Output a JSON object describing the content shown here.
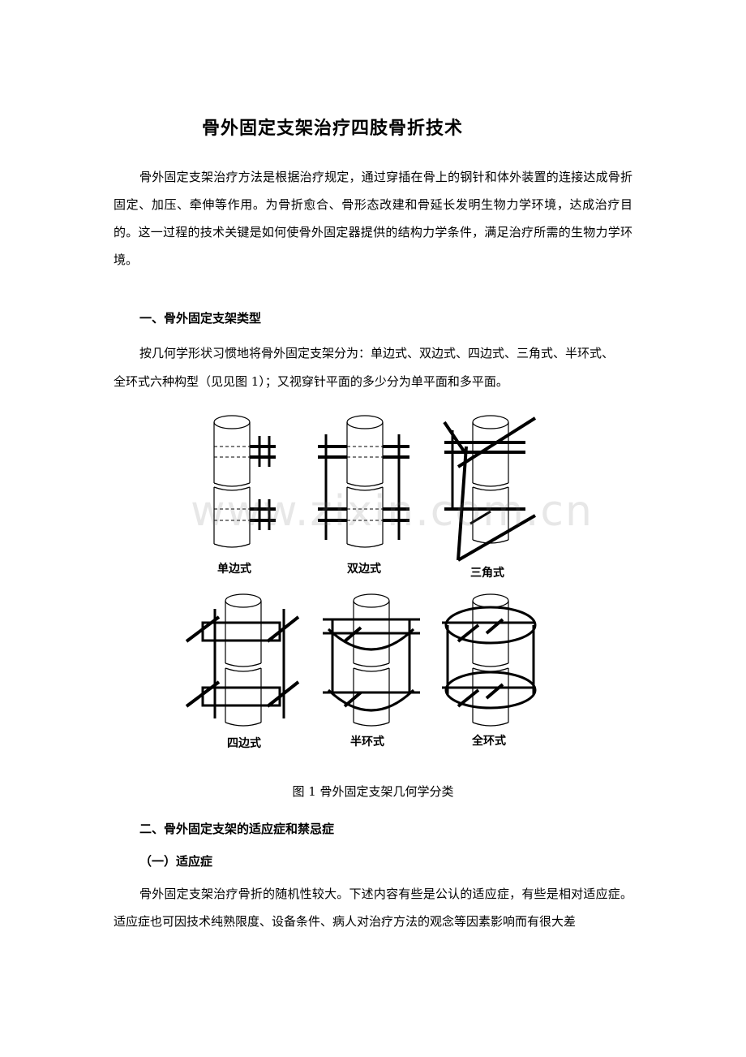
{
  "document": {
    "title": "骨外固定支架治疗四肢骨折技术",
    "intro_paragraph": "骨外固定支架治疗方法是根据治疗规定，通过穿插在骨上的钢针和体外装置的连接达成骨折固定、加压、牵伸等作用。为骨折愈合、骨形态改建和骨延长发明生物力学环境，达成治疗目的。这一过程的技术关键是如何使骨外固定器提供的结构力学条件，满足治疗所需的生物力学环境。",
    "section1_heading": "一、骨外固定支架类型",
    "section1_line1": "按几何学形状习惯地将骨外固定支架分为：单边式、双边式、四边式、三角式、半环式、",
    "section1_line2": "全环式六种构型（见见图 1）；又视穿针平面的多少分为单平面和多平面。",
    "figure": {
      "labels": [
        "单边式",
        "双边式",
        "三角式",
        "四边式",
        "半环式",
        "全环式"
      ],
      "caption": "图 1 骨外固定支架几何学分类"
    },
    "section2_heading": "二、骨外固定支架的适应症和禁忌症",
    "subsection_heading": "（一）适应症",
    "section2_paragraph": "骨外固定支架治疗骨折的随机性较大。下述内容有些是公认的适应症，有些是相对适应症。适应症也可因技术纯熟限度、设备条件、病人对治疗方法的观念等因素影响而有很大差"
  },
  "watermark": "www.zixin.com.cn"
}
